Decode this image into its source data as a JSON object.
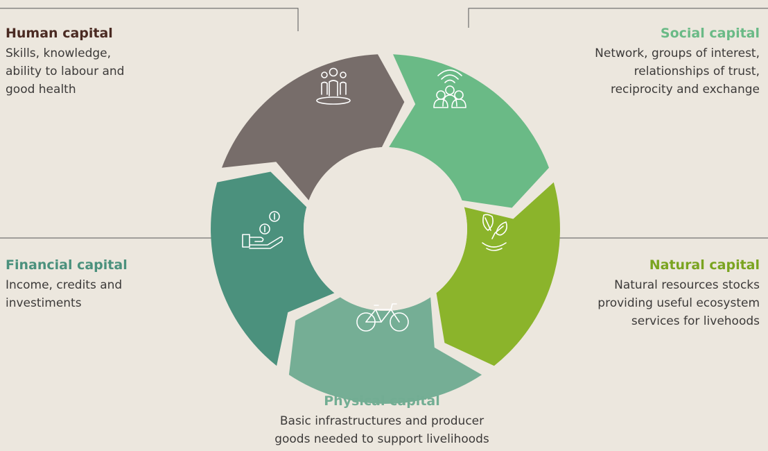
{
  "colors": {
    "background": "#ece7de",
    "human": "#776d6a",
    "social": "#6aba86",
    "natural": "#8bb42b",
    "physical": "#75ae95",
    "financial": "#4b917d",
    "human_title": "#4a2a22",
    "social_title": "#6aba86",
    "natural_title": "#7aa420",
    "physical_title": "#72ad93",
    "financial_title": "#4b917d"
  },
  "capitals": {
    "human": {
      "title": "Human capital",
      "description": "Skills, knowledge,\nability to labour and\ngood health",
      "icon": "people-icon"
    },
    "social": {
      "title": "Social capital",
      "description": "Network, groups of interest,\nrelationships of trust,\nreciprocity and exchange",
      "icon": "network-icon"
    },
    "natural": {
      "title": "Natural capital",
      "description": "Natural resources stocks\nproviding useful ecosystem\nservices for livehoods",
      "icon": "leaves-icon"
    },
    "physical": {
      "title": "Physical capital",
      "description": "Basic infrastructures and producer\ngoods needed to support livelihoods",
      "icon": "bicycle-icon"
    },
    "financial": {
      "title": "Financial capital",
      "description": "Income, credits and\ninvestiments",
      "icon": "coins-hand-icon"
    }
  }
}
